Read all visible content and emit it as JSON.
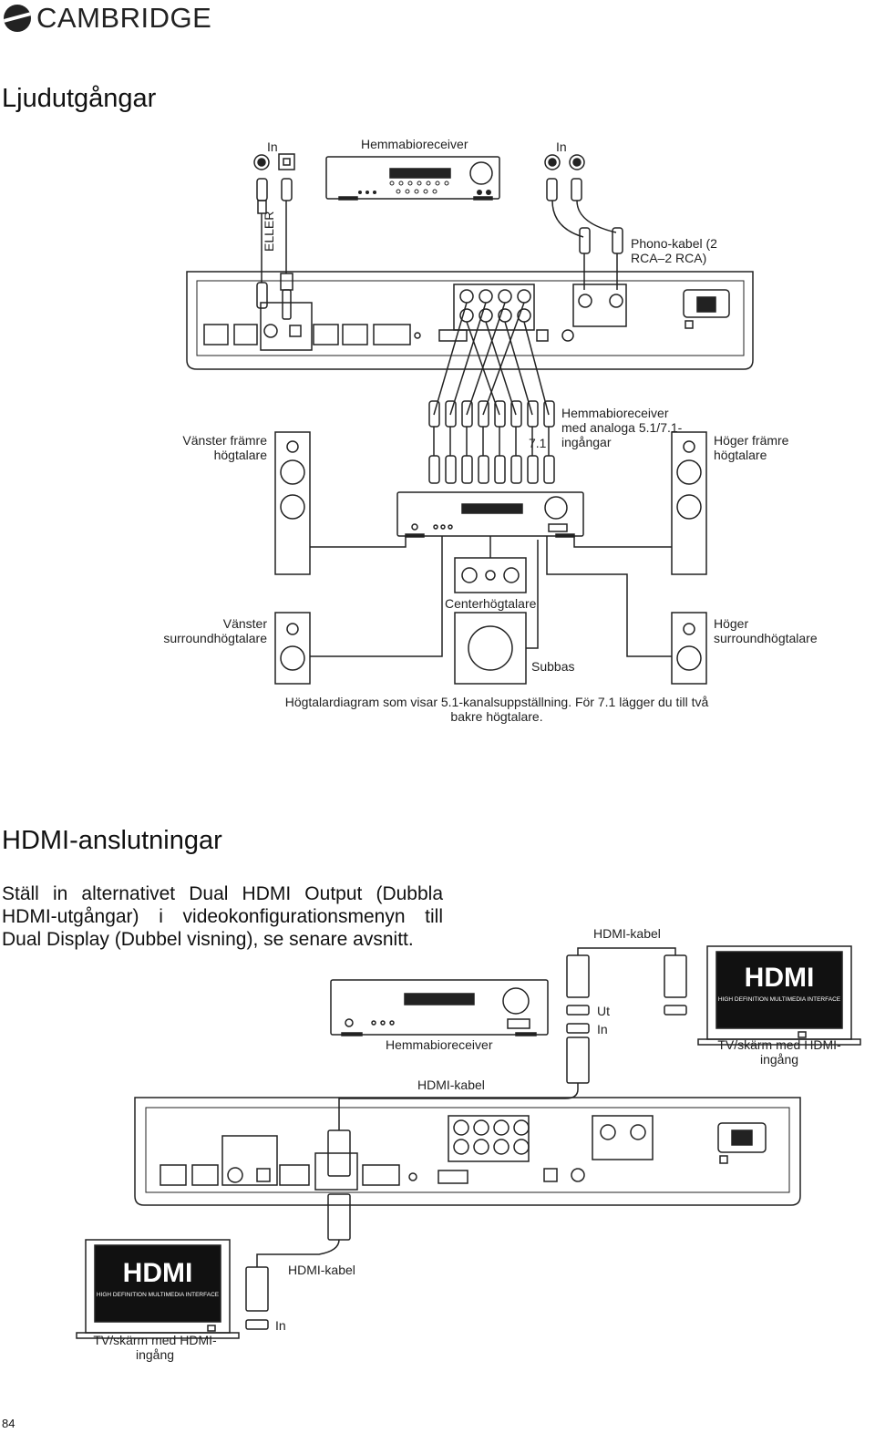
{
  "brand": {
    "name": "CAMBRIDGE"
  },
  "sections": {
    "audio": {
      "title": "Ljudutgångar",
      "labels": {
        "in_left": "In",
        "receiver_top": "Hemmabioreceiver",
        "in_right": "In",
        "or": "ELLER",
        "phono_cable": "Phono-kabel (2 RCA–2 RCA)",
        "front_left": "Vänster främre högtalare",
        "seven_one": "7.1",
        "analog_receiver": "Hemmabioreceiver med analoga 5.1/7.1-ingångar",
        "front_right": "Höger främre högtalare",
        "center": "Centerhögtalare",
        "surround_left": "Vänster surroundhögtalare",
        "surround_right": "Höger surroundhögtalare",
        "subwoofer": "Subbas",
        "caption": "Högtalardiagram som visar 5.1-kanalsuppställning. För 7.1 lägger du till två bakre högtalare."
      }
    },
    "hdmi": {
      "title": "HDMI-anslutningar",
      "intro": "Ställ in alternativet Dual HDMI Output (Dubbla HDMI-utgångar) i videokonfigurationsmenyn till Dual Display (Dubbel visning), se senare avsnitt.",
      "labels": {
        "hdmi_cable_top": "HDMI-kabel",
        "out": "Ut",
        "in_mid": "In",
        "receiver": "Hemmabioreceiver",
        "tv_right": "TV/skärm med HDMI-ingång",
        "hdmi_cable_mid": "HDMI-kabel",
        "hdmi_cable_bottom": "HDMI-kabel",
        "in_bottom": "In",
        "tv_left": "TV/skärm med HDMI-ingång",
        "hdmi_logo": "HDMI",
        "hdmi_logo_sub": "HIGH DEFINITION MULTIMEDIA INTERFACE"
      }
    }
  },
  "page_number": "84"
}
